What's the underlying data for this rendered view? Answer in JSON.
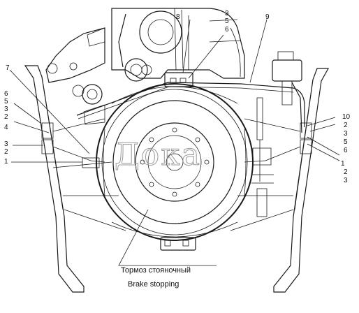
{
  "drawing": {
    "caption_ru": "Тормоз стояночный",
    "caption_en": "Brake stopping",
    "watermark": "Дока"
  },
  "callouts": {
    "c8": "8",
    "c3_top": "3",
    "c5_top": "5",
    "c6_top": "6",
    "c9": "9",
    "c7": "7",
    "l6": "6",
    "l5": "5",
    "l3a": "3",
    "l2a": "2",
    "l4": "4",
    "l3b": "3",
    "l2b": "2",
    "l1": "1",
    "r10": "10",
    "r2a": "2",
    "r3": "3",
    "r5": "5",
    "r6": "6",
    "r1": "1",
    "r2b": "2",
    "r3b": "3"
  }
}
